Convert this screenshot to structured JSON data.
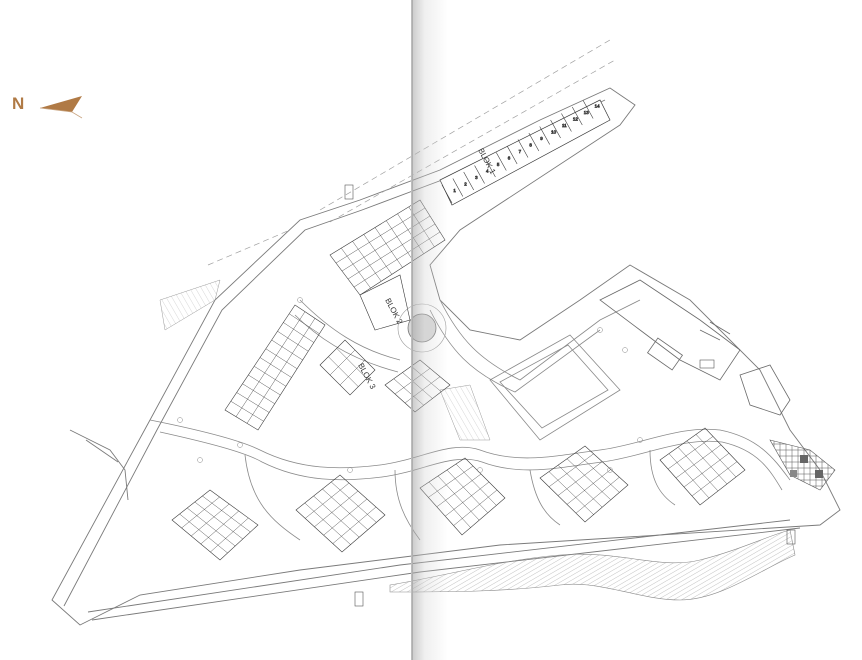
{
  "north_arrow": {
    "letter": "N",
    "color": "#b07a45"
  },
  "plan": {
    "line_color": "#7a7a7a",
    "building_color": "#3a3a3a",
    "hatch_color": "#9a9a9a",
    "labels": {
      "block_north": "BLOK 1",
      "block_center": "BLOK 2",
      "block_mid": "BLOK 3"
    },
    "unit_numbers": [
      "1",
      "2",
      "3",
      "4",
      "5",
      "6",
      "7",
      "8",
      "9",
      "10",
      "11",
      "12",
      "13",
      "14"
    ]
  }
}
